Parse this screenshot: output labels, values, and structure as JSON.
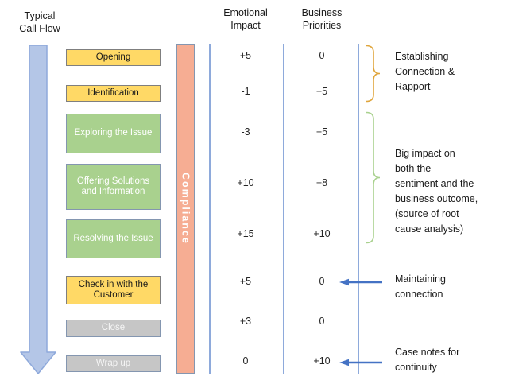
{
  "title": "Typical\nCall Flow",
  "columns": {
    "emotional": "Emotional\nImpact",
    "business": "Business\nPriorities"
  },
  "compliance_label": "Compliance",
  "stages": [
    {
      "label": "Opening",
      "type": "yellow",
      "emotional": "+5",
      "business": "0"
    },
    {
      "label": "Identification",
      "type": "yellow",
      "emotional": "-1",
      "business": "+5"
    },
    {
      "label": "Exploring the Issue",
      "type": "green",
      "emotional": "-3",
      "business": "+5"
    },
    {
      "label": "Offering Solutions\nand Information",
      "type": "green",
      "emotional": "+10",
      "business": "+8"
    },
    {
      "label": "Resolving the Issue",
      "type": "green",
      "emotional": "+15",
      "business": "+10"
    },
    {
      "label": "Check in with the\nCustomer",
      "type": "yellow",
      "emotional": "+5",
      "business": "0"
    },
    {
      "label": "Close",
      "type": "gray",
      "emotional": "+3",
      "business": "0"
    },
    {
      "label": "Wrap up",
      "type": "gray",
      "emotional": "0",
      "business": "+10"
    }
  ],
  "annotations": [
    {
      "text": "Establishing\nConnection &\nRapport",
      "marker": "yellow-brace"
    },
    {
      "text": "Big impact on\nboth the\nsentiment and the\nbusiness outcome,\n(source of root\ncause analysis)",
      "marker": "green-brace"
    },
    {
      "text": "Maintaining\nconnection",
      "marker": "blue-arrow"
    },
    {
      "text": "Case notes for\ncontinuity",
      "marker": "blue-arrow"
    }
  ],
  "colors": {
    "stage_yellow": "#FFD966",
    "stage_green": "#A9D18E",
    "stage_gray": "#C6C6C6",
    "compliance_bar": "#F6AD93",
    "flow_arrow_fill": "#B4C6E7",
    "flow_arrow_border": "#8EA9DB",
    "guide_line": "#8EAADB",
    "callout_arrow": "#4472C4",
    "brace_yellow": "#DFA53C",
    "brace_green": "#A9D18E"
  }
}
